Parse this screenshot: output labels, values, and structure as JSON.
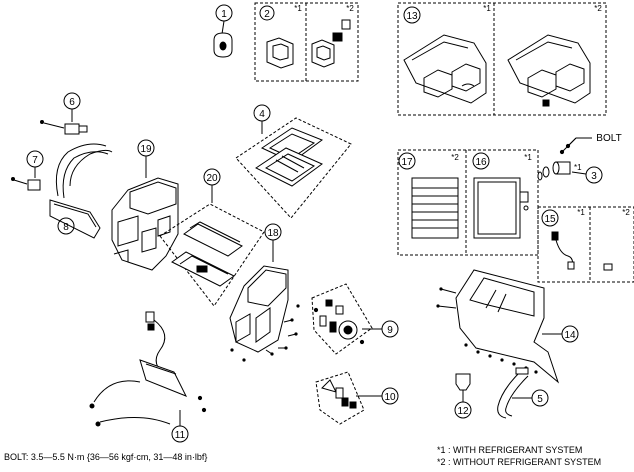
{
  "diagram": {
    "callouts": {
      "c1": "1",
      "c2": "2",
      "c3": "3",
      "c4": "4",
      "c5": "5",
      "c6": "6",
      "c7": "7",
      "c8": "8",
      "c9": "9",
      "c10": "10",
      "c11": "11",
      "c12": "12",
      "c13": "13",
      "c14": "14",
      "c15": "15",
      "c16": "16",
      "c17": "17",
      "c18": "18",
      "c19": "19",
      "c20": "20"
    },
    "variant_marks": {
      "m2a": "*1",
      "m2b": "*2",
      "m13a": "*1",
      "m13b": "*2",
      "m3": "*1",
      "m17": "*2",
      "m16": "*1",
      "m15a": "*1",
      "m15b": "*2"
    },
    "bolt_label": "BOLT",
    "footer": {
      "torque_spec": "BOLT: 3.5—5.5 N·m {36—56 kgf·cm, 31—48 in·lbf}",
      "note1": "*1 : WITH REFRIGERANT SYSTEM",
      "note2": "*2 : WITHOUT REFRIGERANT SYSTEM"
    }
  }
}
